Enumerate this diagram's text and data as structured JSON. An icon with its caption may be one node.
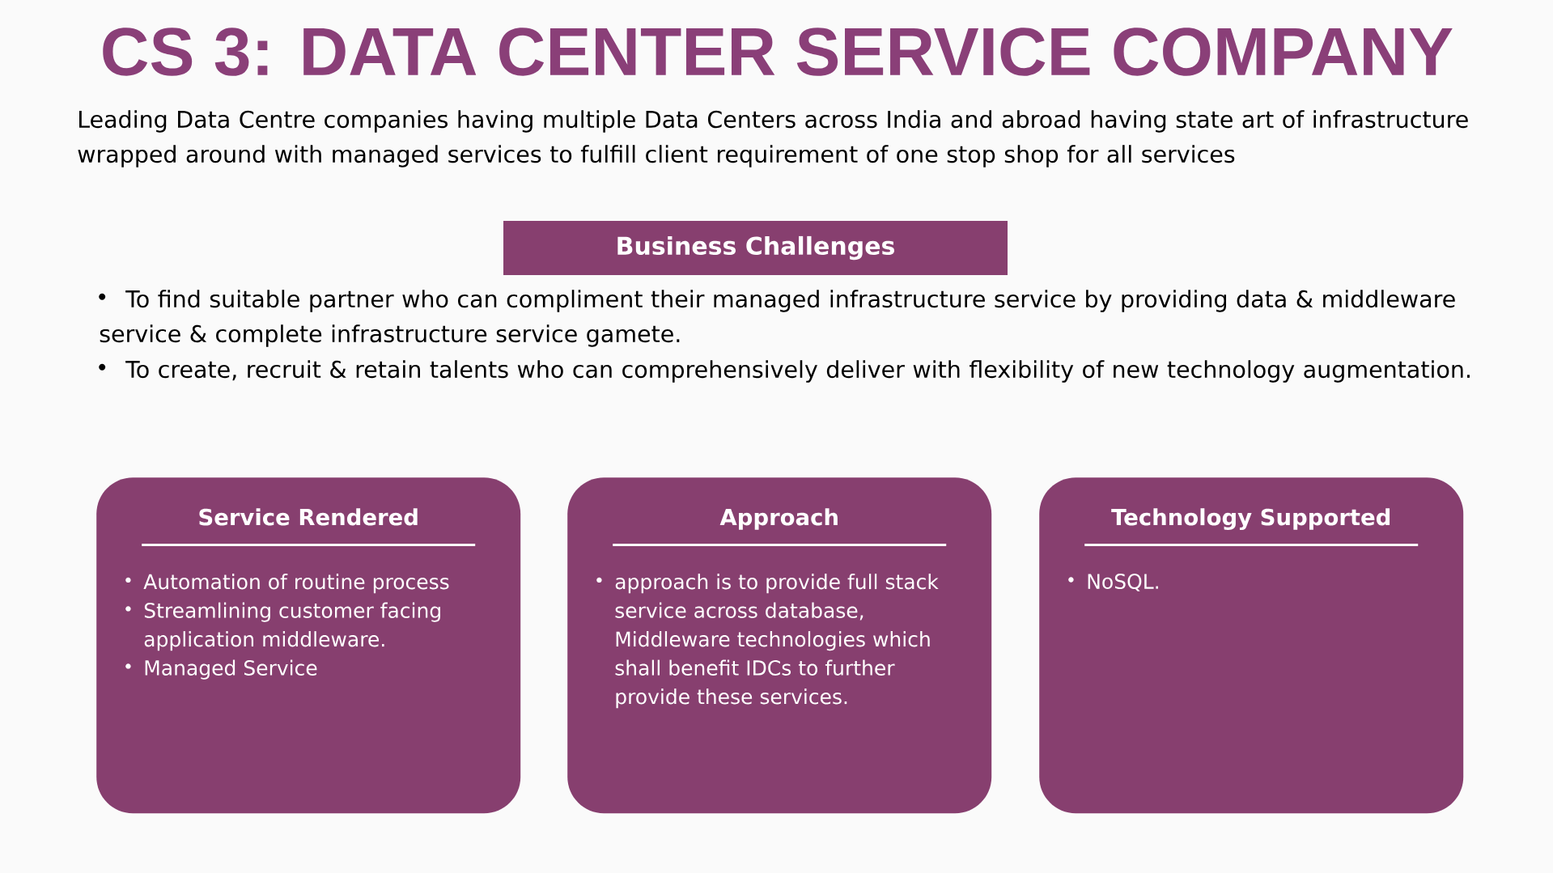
{
  "diagram": {
    "title": "CS 3: DATA CENTER SERVICE COMPANY",
    "nodes": [
      {
        "text": [
          "Business Challenges"
        ]
      },
      {
        "text": [
          "Service Rendered",
          "Automation of routine process",
          "Streamlining customer facing application middleware.",
          "Managed Service"
        ]
      },
      {
        "text": [
          "Approach",
          "approach is to provide full stack service across database, Middleware technologies which shall benefit IDCs to further provide these services."
        ]
      },
      {
        "text": [
          "Technology Supported",
          "NoSQL."
        ]
      }
    ],
    "labels": [
      "Leading Data Centre companies having multiple Data Centers across India and abroad having state art of infrastructure wrapped around with managed services to fulfill client requirement of one stop shop for all services",
      "To find suitable partner who can compliment their managed infrastructure service by providing data & middleware service & complete infrastructure service gamete.",
      "To create, recruit & retain talents who can comprehensively deliver with flexibility of new technology augmentation."
    ]
  }
}
